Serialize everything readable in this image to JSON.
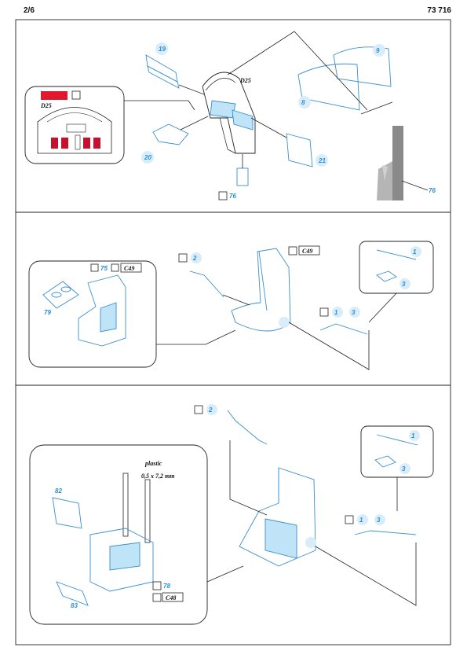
{
  "header": {
    "page": "2/6",
    "code": "73 716"
  },
  "section1": {
    "parts": [
      "19",
      "9",
      "8",
      "20",
      "21",
      "76",
      "76"
    ],
    "decals": [
      "D25",
      "D25"
    ]
  },
  "section2": {
    "inset_parts": [
      "75",
      "79"
    ],
    "main_parts": [
      "2",
      "1",
      "3"
    ],
    "detail_parts": [
      "1",
      "3"
    ],
    "decals": [
      "C49",
      "C49"
    ]
  },
  "section3": {
    "inset_parts": [
      "82",
      "78",
      "83"
    ],
    "main_parts": [
      "2",
      "1",
      "3"
    ],
    "detail_parts": [
      "1",
      "3"
    ],
    "note_title": "plastic",
    "note_dim": "0,5 x 7,2 mm",
    "decals": [
      "C48"
    ]
  },
  "colors": {
    "part_blue": "#3b8fcf",
    "fill_blue": "#bfe3f7",
    "decal_red": "#e3182d"
  }
}
